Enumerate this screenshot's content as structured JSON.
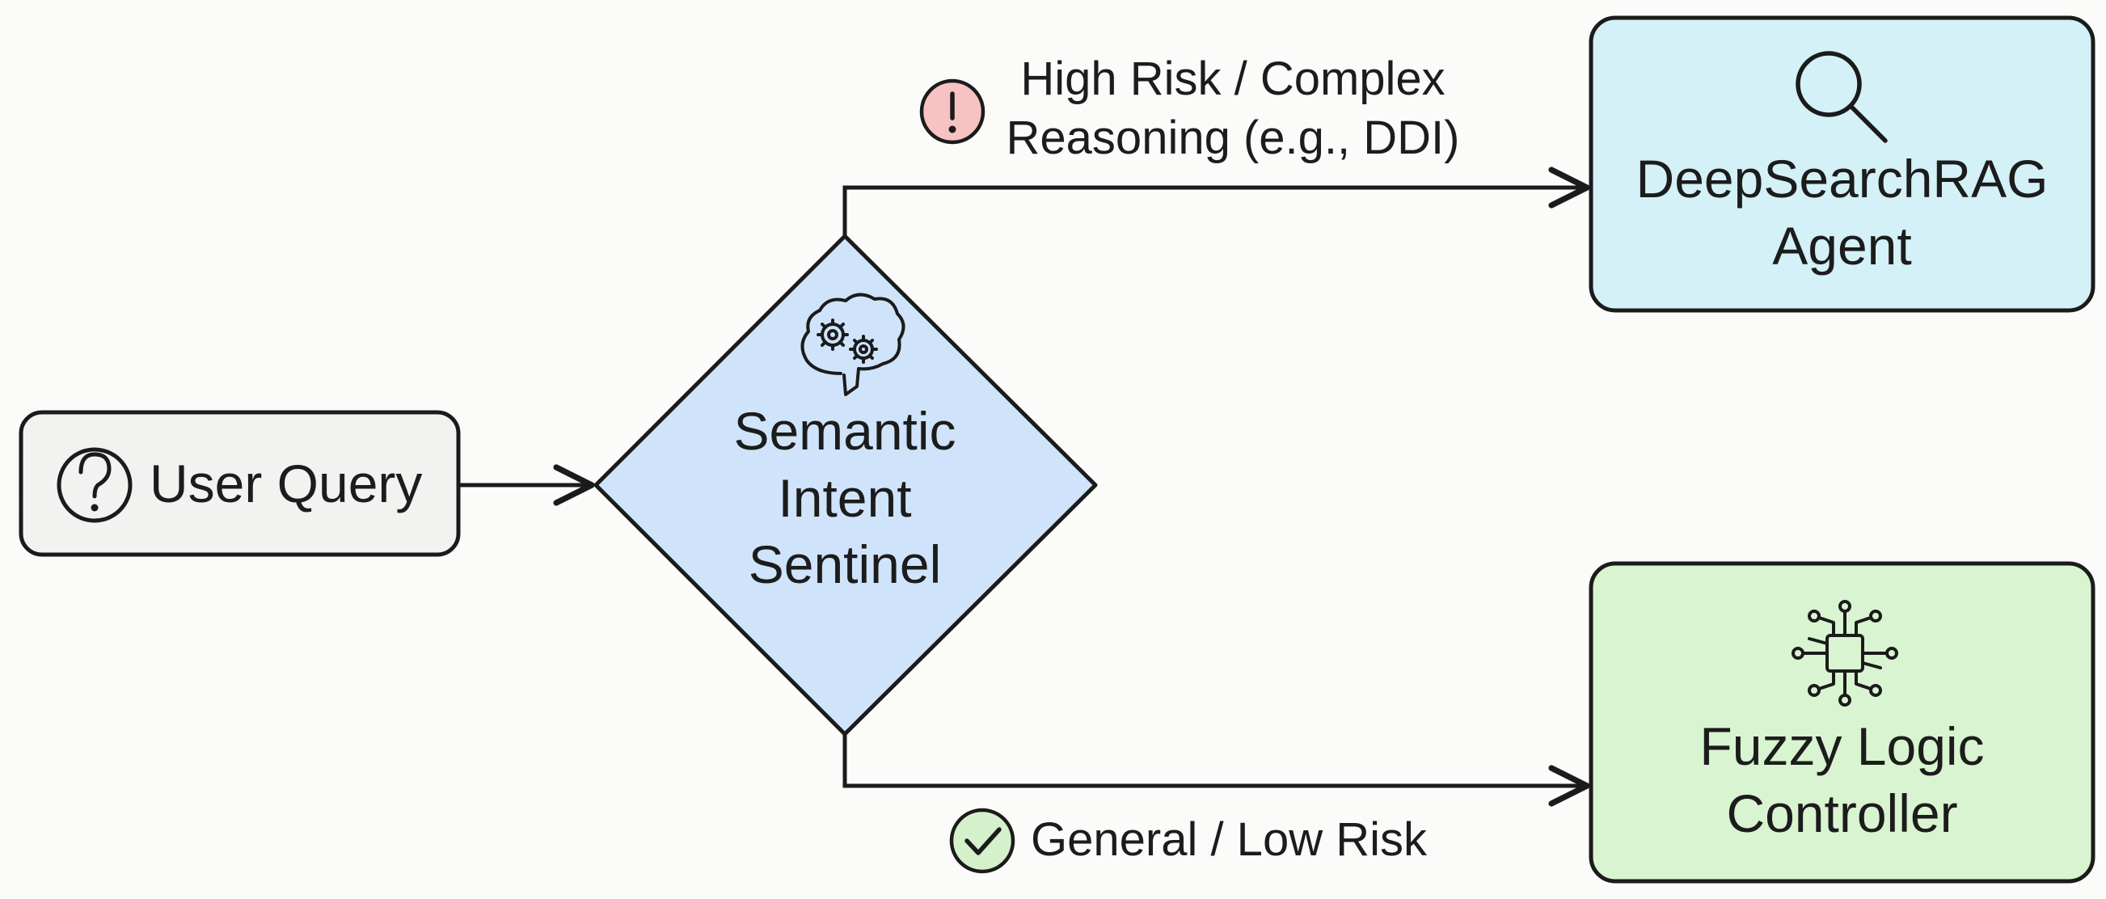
{
  "nodes": {
    "user_query": {
      "label": "User Query",
      "icon": "question-icon",
      "fill": "#f2f2f1"
    },
    "sentinel": {
      "label_lines": [
        "Semantic",
        "Intent",
        "Sentinel"
      ],
      "icon": "brain-gears-icon",
      "fill": "#cfe4fb"
    },
    "deepsearch": {
      "label_lines": [
        "DeepSearchRAG",
        "Agent"
      ],
      "icon": "magnifier-icon",
      "fill": "#d3f1f7"
    },
    "fuzzy": {
      "label_lines": [
        "Fuzzy Logic",
        "Controller"
      ],
      "icon": "circuit-chip-icon",
      "fill": "#d9f4d0"
    }
  },
  "edges": {
    "high_risk": {
      "label_lines": [
        "High Risk / Complex",
        "Reasoning (e.g., DDI)"
      ],
      "icon": "alert-icon",
      "icon_color": "#f7c2c2"
    },
    "low_risk": {
      "label": "General / Low Risk",
      "icon": "check-icon",
      "icon_color": "#d4f1cc"
    }
  },
  "colors": {
    "stroke": "#1b1b1b",
    "background": "#fbfbfa"
  }
}
